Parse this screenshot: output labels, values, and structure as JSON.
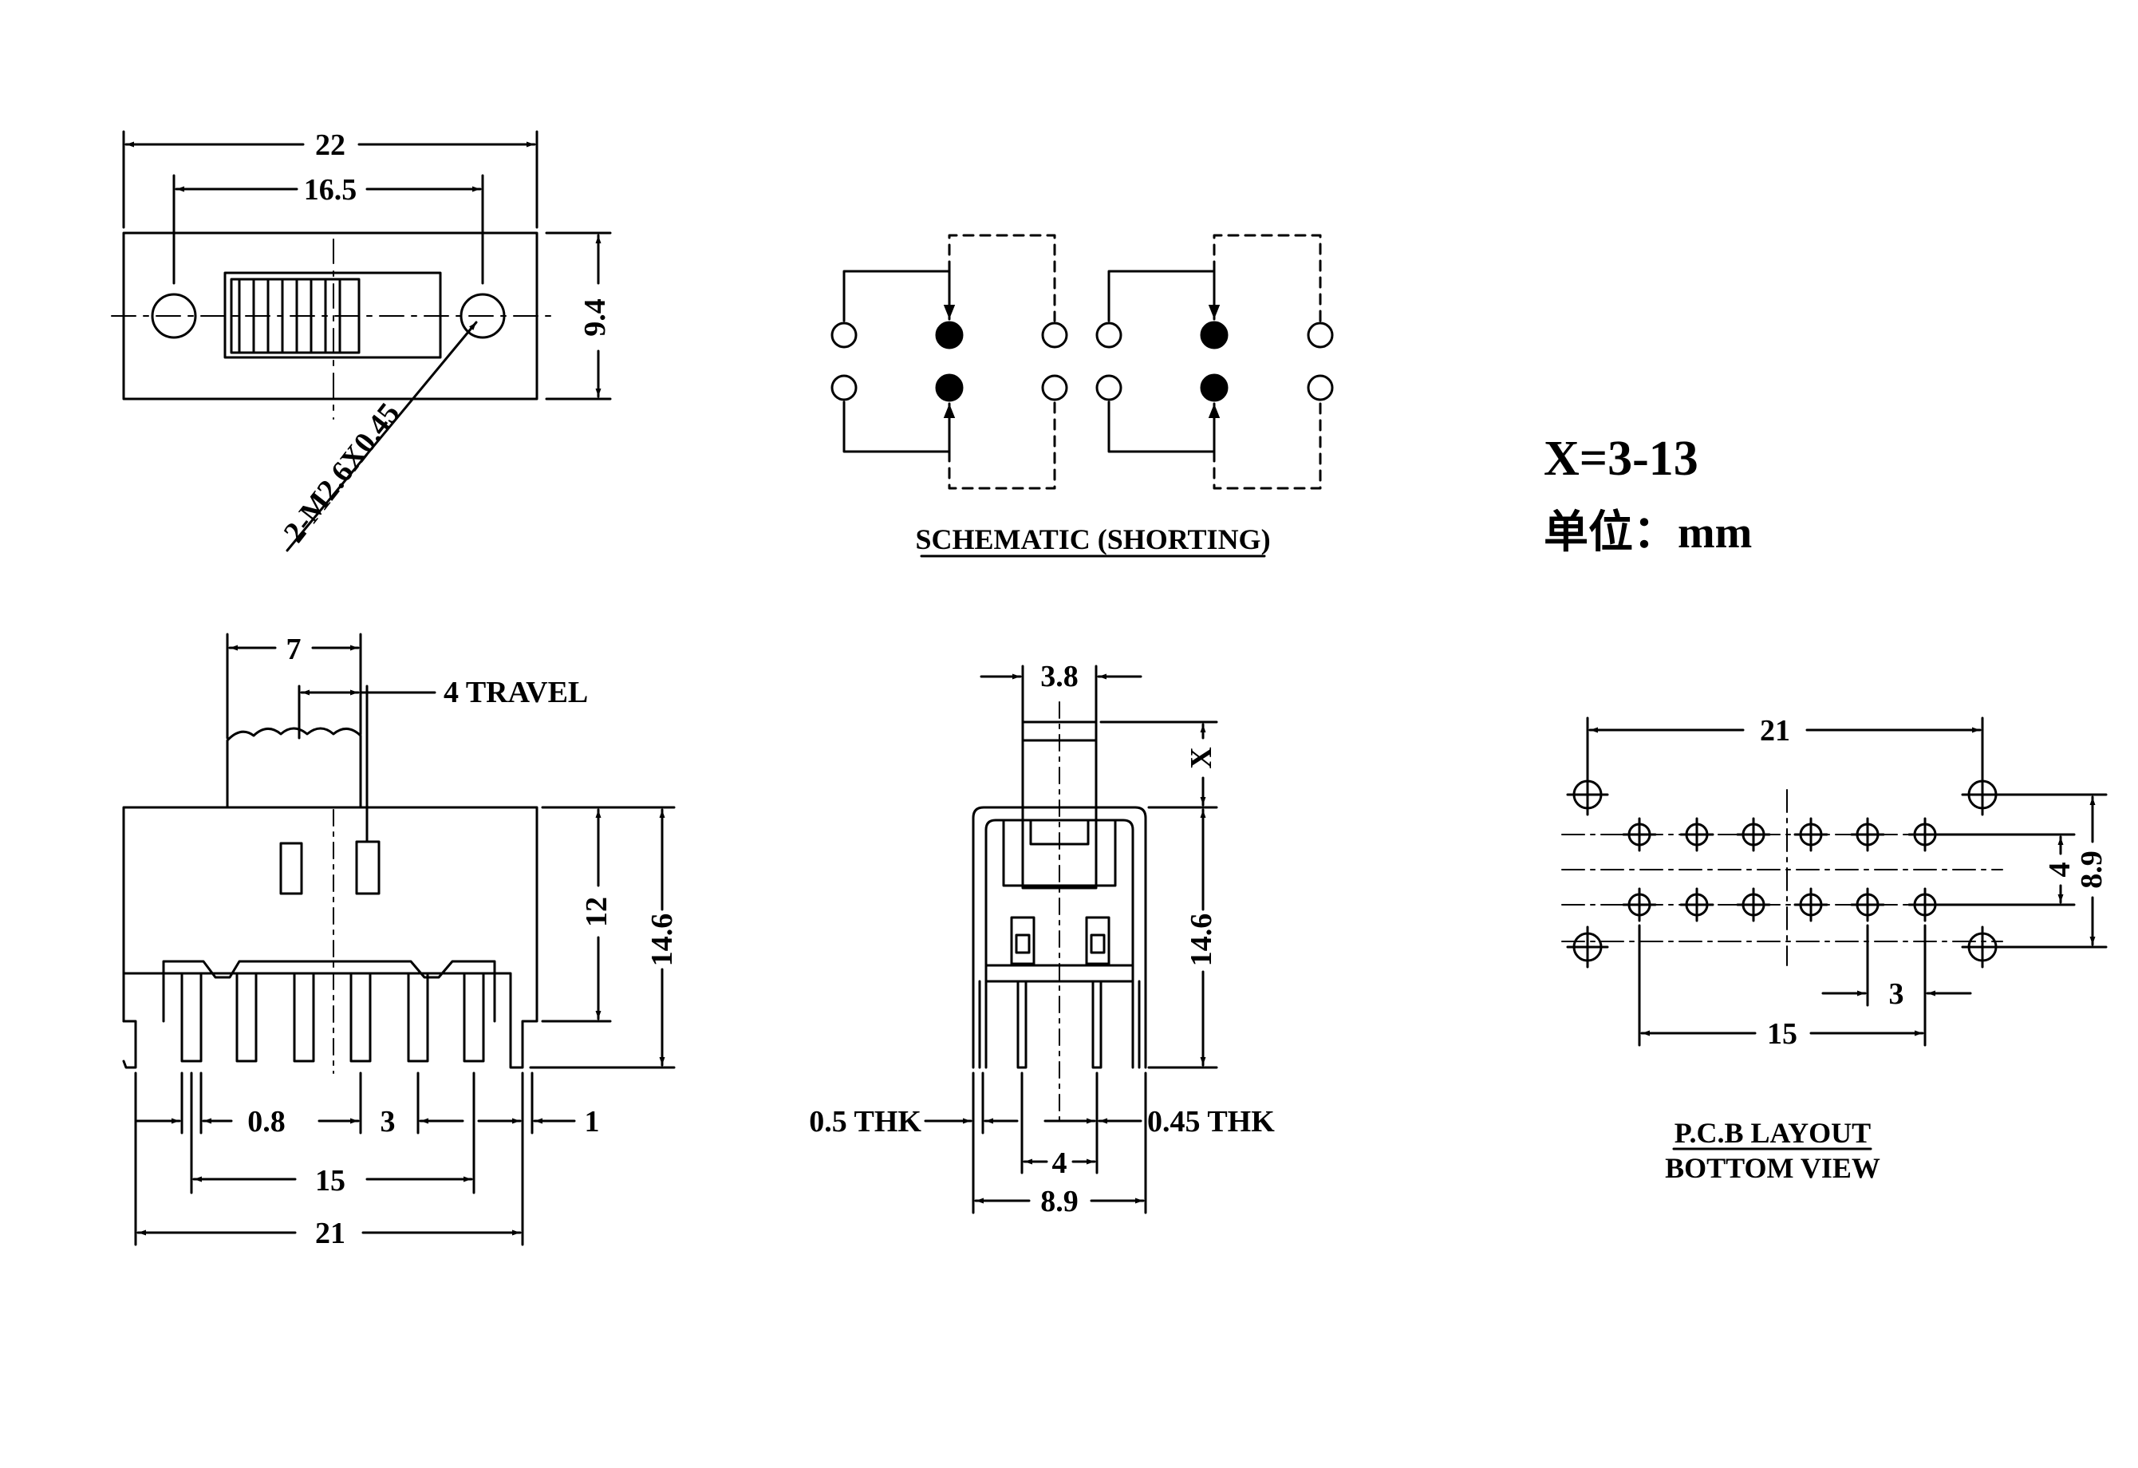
{
  "top_view": {
    "dim_overall_width": "22",
    "dim_hole_spacing": "16.5",
    "dim_height": "9.4",
    "screw_callout": "2-M2.6X0.45"
  },
  "schematic": {
    "title": "SCHEMATIC (SHORTING)"
  },
  "notes": {
    "x_range": "X=3-13",
    "unit": "单位：mm"
  },
  "front_view": {
    "dim_knob_width": "7",
    "dim_travel": "4 TRAVEL",
    "dim_body_height": "12",
    "dim_total_height": "14.6",
    "dim_pin_width": "0.8",
    "dim_pin_pitch": "3",
    "dim_tab": "1",
    "dim_pin_span": "15",
    "dim_overall": "21"
  },
  "side_view": {
    "dim_actuator_width": "3.8",
    "dim_actuator_height": "X",
    "dim_height": "14.6",
    "dim_left_thickness": "0.5 THK",
    "dim_right_thickness": "0.45 THK",
    "dim_row_spacing": "4",
    "dim_width": "8.9"
  },
  "pcb_layout": {
    "dim_mount_span": "21",
    "dim_row_spacing": "4",
    "dim_mount_rows": "8.9",
    "dim_pitch": "3",
    "dim_pin_span": "15",
    "title_line1": "P.C.B LAYOUT",
    "title_line2": "BOTTOM VIEW"
  }
}
